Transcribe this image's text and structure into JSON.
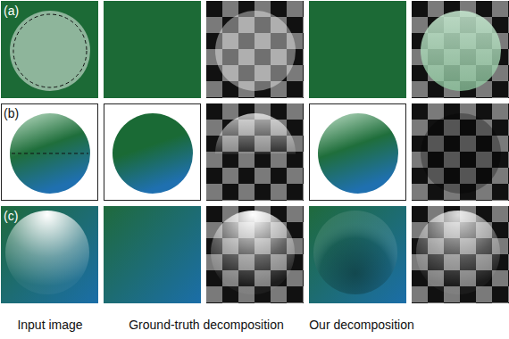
{
  "diagram": {
    "labels": [
      "(a)",
      "(b)",
      "(c)",
      "Input image",
      "Ground-truth decomposition",
      "Our decomposition"
    ]
  }
}
